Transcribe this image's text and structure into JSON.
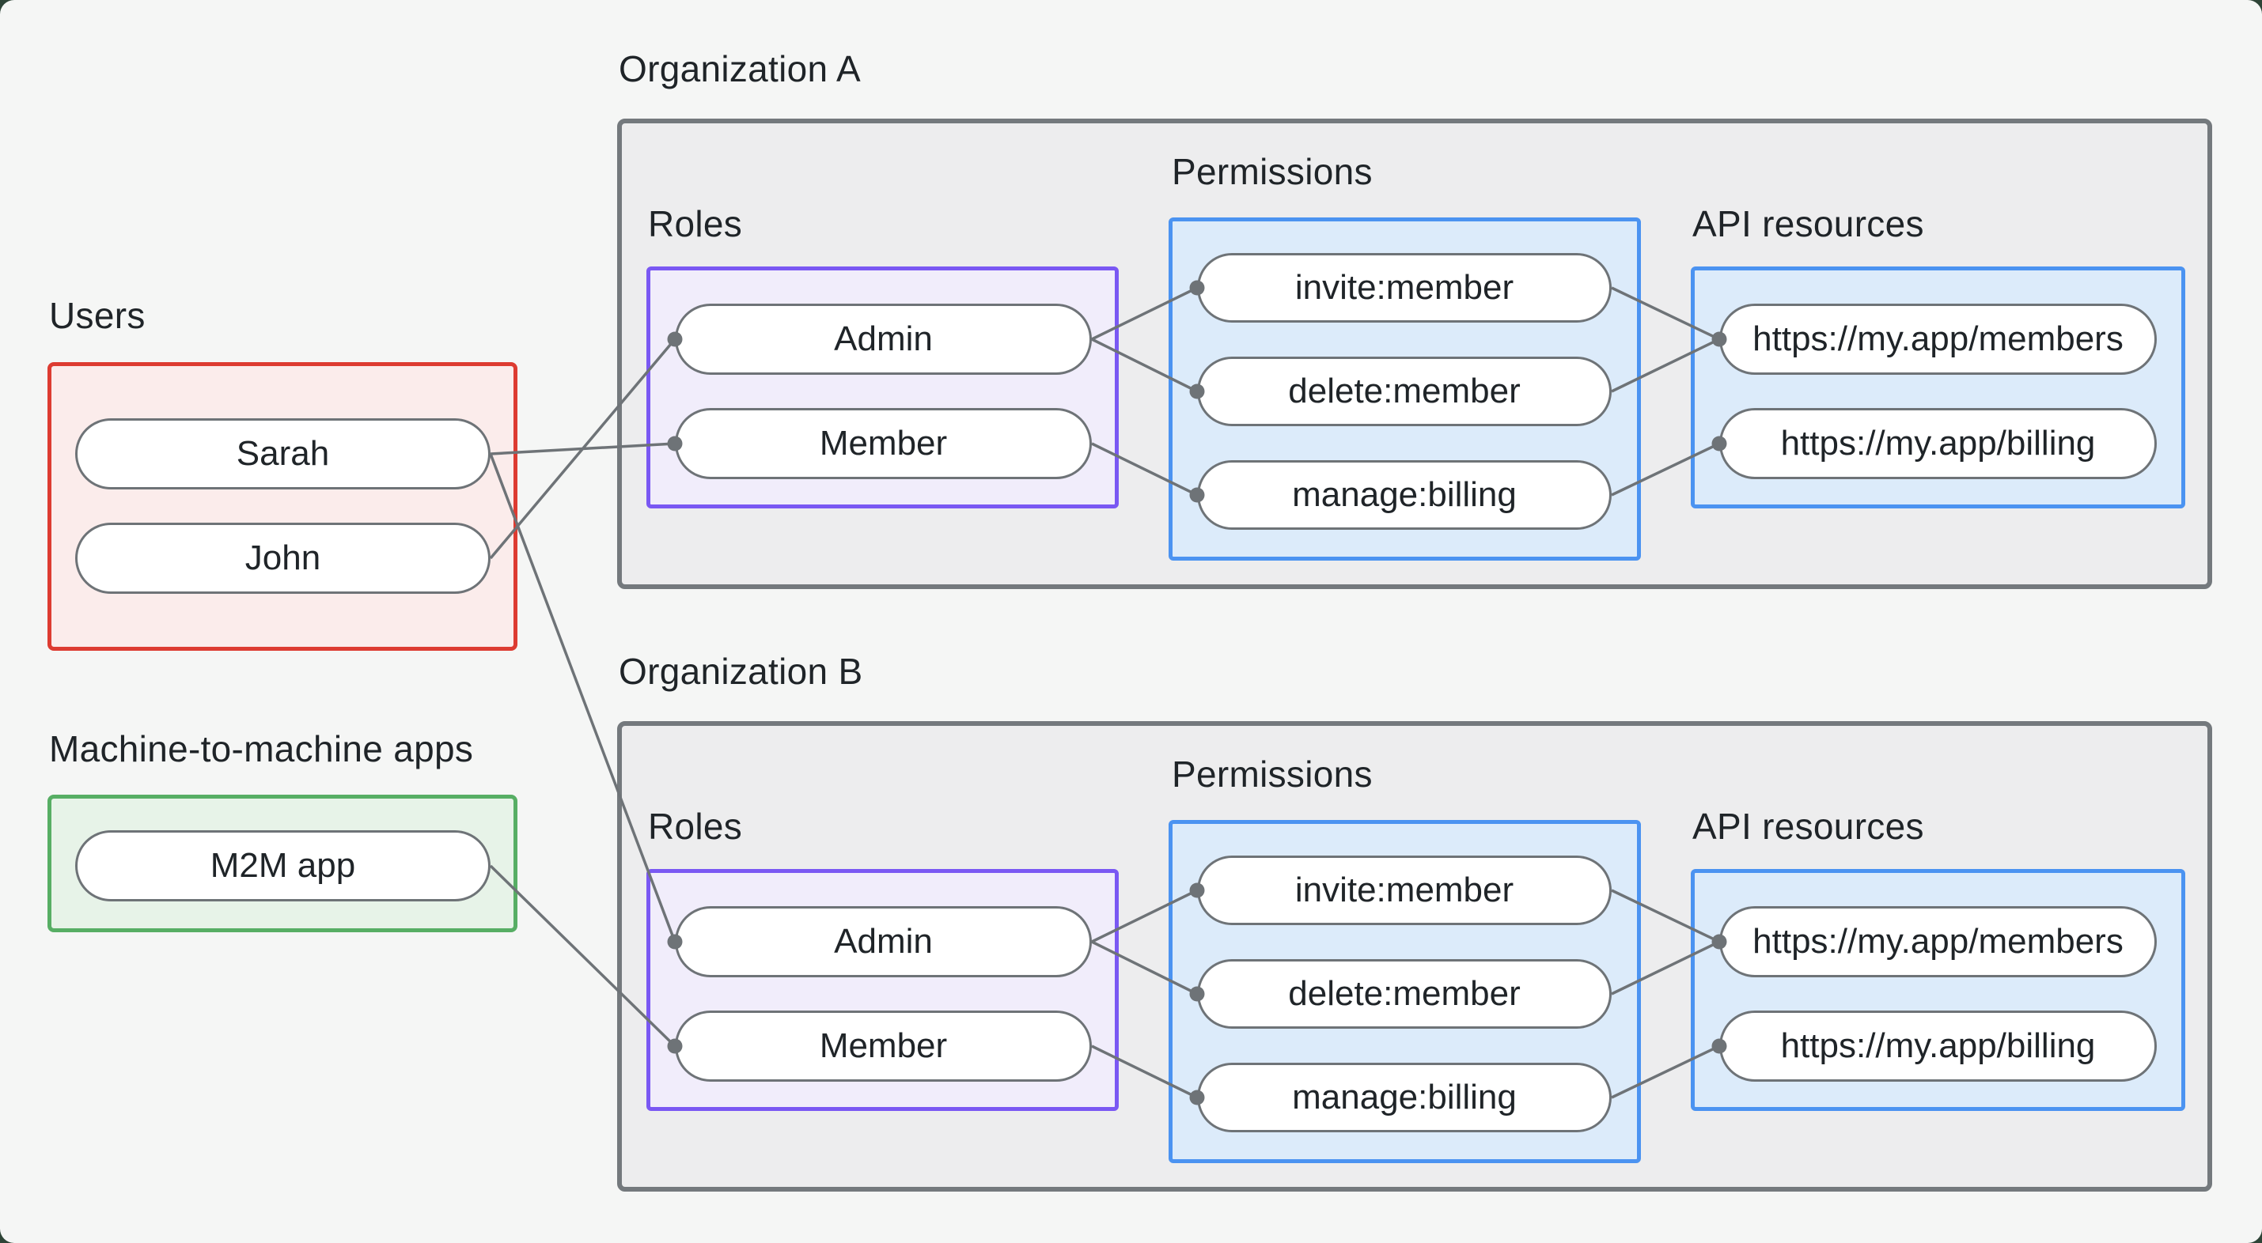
{
  "page": {
    "background": "#f5f6f5",
    "frame_corner_color": "#2e4437",
    "line_color": "#6e7377",
    "text_color": "#1f2428",
    "accent_colors": {
      "users_border": "#dd3b31",
      "m2m_border": "#57ae64",
      "roles_border": "#7a58f3",
      "permissions_border": "#4b93f1",
      "org_border": "#74797d"
    }
  },
  "groups": {
    "users": {
      "label": "Users",
      "nodes": [
        {
          "id": "sarah",
          "label": "Sarah"
        },
        {
          "id": "john",
          "label": "John"
        }
      ]
    },
    "m2m": {
      "label": "Machine-to-machine apps",
      "nodes": [
        {
          "id": "m2m-app",
          "label": "M2M app"
        }
      ]
    },
    "orgA": {
      "label": "Organization A",
      "sections": {
        "roles": {
          "label": "Roles",
          "nodes": [
            {
              "id": "orgA-admin",
              "label": "Admin"
            },
            {
              "id": "orgA-member",
              "label": "Member"
            }
          ]
        },
        "permissions": {
          "label": "Permissions",
          "nodes": [
            {
              "id": "orgA-invite",
              "label": "invite:member"
            },
            {
              "id": "orgA-delete",
              "label": "delete:member"
            },
            {
              "id": "orgA-manage",
              "label": "manage:billing"
            }
          ]
        },
        "api": {
          "label": "API resources",
          "nodes": [
            {
              "id": "orgA-members",
              "label": "https://my.app/members"
            },
            {
              "id": "orgA-billing",
              "label": "https://my.app/billing"
            }
          ]
        }
      }
    },
    "orgB": {
      "label": "Organization B",
      "sections": {
        "roles": {
          "label": "Roles",
          "nodes": [
            {
              "id": "orgB-admin",
              "label": "Admin"
            },
            {
              "id": "orgB-member",
              "label": "Member"
            }
          ]
        },
        "permissions": {
          "label": "Permissions",
          "nodes": [
            {
              "id": "orgB-invite",
              "label": "invite:member"
            },
            {
              "id": "orgB-delete",
              "label": "delete:member"
            },
            {
              "id": "orgB-manage",
              "label": "manage:billing"
            }
          ]
        },
        "api": {
          "label": "API resources",
          "nodes": [
            {
              "id": "orgB-members",
              "label": "https://my.app/members"
            },
            {
              "id": "orgB-billing",
              "label": "https://my.app/billing"
            }
          ]
        }
      }
    }
  },
  "edges": [
    {
      "from": "sarah",
      "to": "orgA-member"
    },
    {
      "from": "john",
      "to": "orgA-admin"
    },
    {
      "from": "sarah",
      "to": "orgB-admin"
    },
    {
      "from": "m2m-app",
      "to": "orgB-member"
    },
    {
      "from": "orgA-admin",
      "to": "orgA-invite"
    },
    {
      "from": "orgA-admin",
      "to": "orgA-delete"
    },
    {
      "from": "orgA-member",
      "to": "orgA-manage"
    },
    {
      "from": "orgA-invite",
      "to": "orgA-members"
    },
    {
      "from": "orgA-delete",
      "to": "orgA-members"
    },
    {
      "from": "orgA-manage",
      "to": "orgA-billing"
    },
    {
      "from": "orgB-admin",
      "to": "orgB-invite"
    },
    {
      "from": "orgB-admin",
      "to": "orgB-delete"
    },
    {
      "from": "orgB-member",
      "to": "orgB-manage"
    },
    {
      "from": "orgB-invite",
      "to": "orgB-members"
    },
    {
      "from": "orgB-delete",
      "to": "orgB-members"
    },
    {
      "from": "orgB-manage",
      "to": "orgB-billing"
    }
  ]
}
